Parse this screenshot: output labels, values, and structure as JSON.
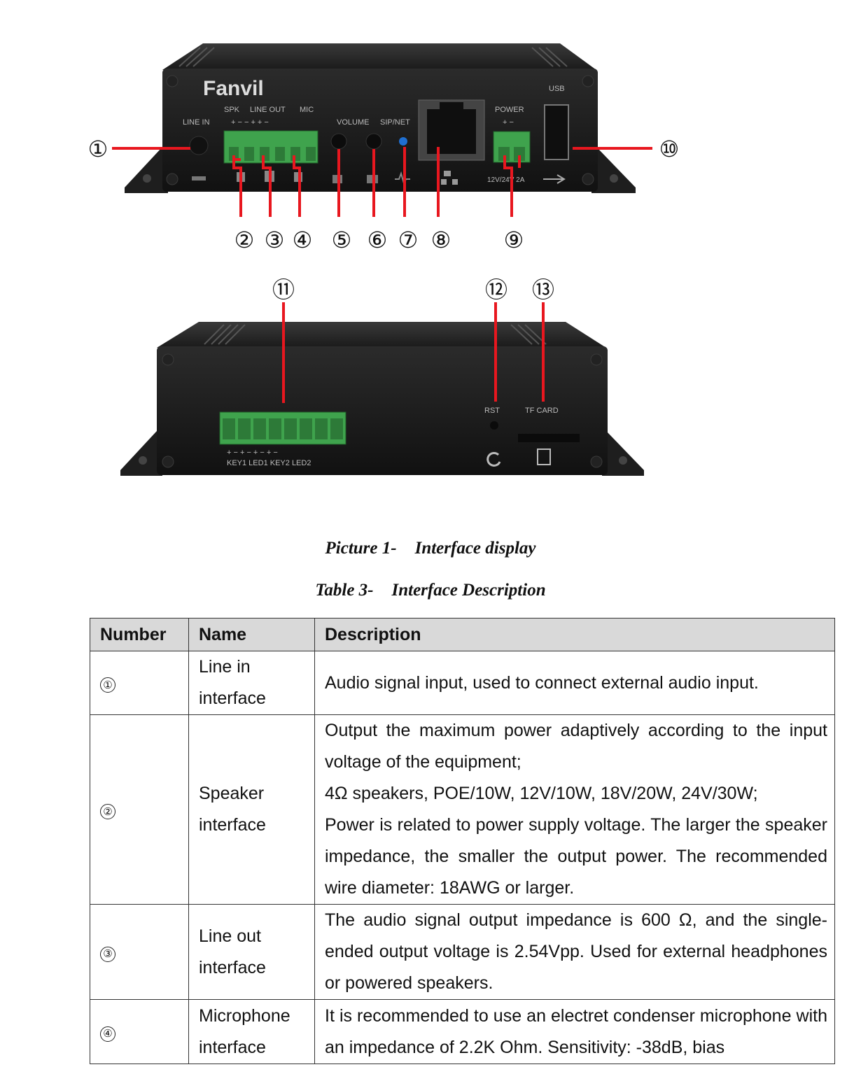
{
  "figure": {
    "brand": "Fanvil",
    "front_labels": {
      "line_in": "LINE IN",
      "spk": "SPK",
      "line_out": "LINE OUT",
      "mic": "MIC",
      "volume": "VOLUME",
      "sip_net": "SIP/NET",
      "power": "POWER",
      "usb": "USB",
      "power_rating": "12V/24V 2A",
      "terminal_polarity": "+ − − + + −",
      "power_polarity": "+ −"
    },
    "back_labels": {
      "rst": "RST",
      "tf_card": "TF CARD",
      "keys": "KEY1 LED1 KEY2 LED2",
      "keys_polarity": "+ − + − + − + −"
    },
    "callouts": [
      "①",
      "②",
      "③",
      "④",
      "⑤",
      "⑥",
      "⑦",
      "⑧",
      "⑨",
      "⑩",
      "⑪",
      "⑫",
      "⑬"
    ]
  },
  "captions": {
    "picture_number": "Picture 1-",
    "picture_title": "Interface display",
    "table_number": "Table 3-",
    "table_title": "Interface Description"
  },
  "table": {
    "headers": [
      "Number",
      "Name",
      "Description"
    ],
    "rows": [
      {
        "number": "①",
        "name_lines": [
          "Line in",
          "interface"
        ],
        "desc_lines": [
          "Audio signal input, used to connect external audio input."
        ]
      },
      {
        "number": "②",
        "name_lines": [
          "Speaker",
          "interface"
        ],
        "desc_lines": [
          "Output the maximum power adaptively according to the input voltage of the equipment;",
          "4Ω speakers, POE/10W, 12V/10W, 18V/20W, 24V/30W;",
          "Power is related to power supply voltage. The larger the speaker impedance, the smaller the output power. The recommended wire diameter: 18AWG or larger."
        ]
      },
      {
        "number": "③",
        "name_lines": [
          "Line out",
          "interface"
        ],
        "desc_lines": [
          "The audio signal output impedance is 600 Ω, and the single-ended output voltage is 2.54Vpp. Used for external headphones or powered speakers."
        ]
      },
      {
        "number": "④",
        "name_lines": [
          "Microphone",
          "interface"
        ],
        "desc_lines": [
          "It is recommended to use an electret condenser microphone with an impedance of 2.2K Ohm. Sensitivity: -38dB, bias"
        ]
      }
    ]
  }
}
